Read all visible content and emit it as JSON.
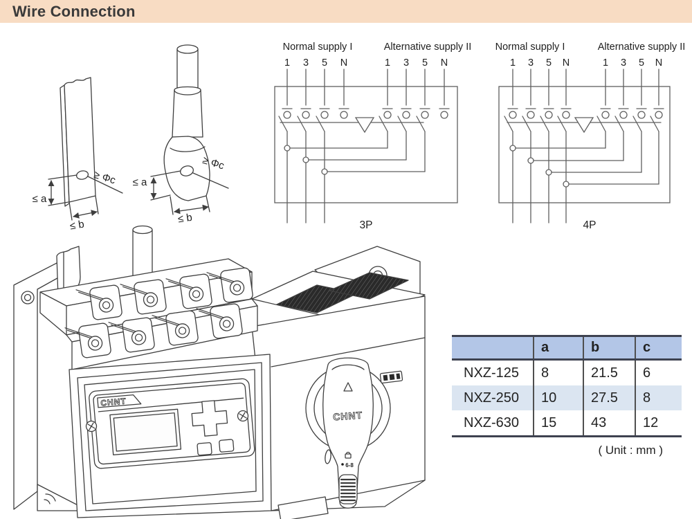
{
  "header": {
    "title": "Wire Connection"
  },
  "lug_dims": {
    "a": "≤ a",
    "b": "≤ b",
    "c": "≥ Φc"
  },
  "schematic_3p": {
    "normal_supply": "Normal supply I",
    "alt_supply": "Alternative supply II",
    "terminals_left": [
      "1",
      "3",
      "5",
      "N"
    ],
    "terminals_right": [
      "1",
      "3",
      "5",
      "N"
    ],
    "pole_label": "3P"
  },
  "schematic_4p": {
    "normal_supply": "Normal supply I",
    "alt_supply": "Alternative supply II",
    "terminals_left": [
      "1",
      "3",
      "5",
      "N"
    ],
    "terminals_right": [
      "1",
      "3",
      "5",
      "N"
    ],
    "pole_label": "4P"
  },
  "device": {
    "panel_brand": "CHNT",
    "handle_brand": "CHNT",
    "handle_marking": "6-8"
  },
  "spec_table": {
    "headers": [
      "",
      "a",
      "b",
      "c"
    ],
    "rows": [
      {
        "model": "NXZ-125",
        "a": "8",
        "b": "21.5",
        "c": "6"
      },
      {
        "model": "NXZ-250",
        "a": "10",
        "b": "27.5",
        "c": "8"
      },
      {
        "model": "NXZ-630",
        "a": "15",
        "b": "43",
        "c": "12"
      }
    ],
    "unit_note": "( Unit : mm )"
  },
  "colors": {
    "header_band": "#f8dcc3",
    "table_header_bg": "#b3c6e7",
    "table_alt_row": "#dbe5f1",
    "line": "#3e3e3e",
    "schematic_line": "#5f5f5f"
  }
}
